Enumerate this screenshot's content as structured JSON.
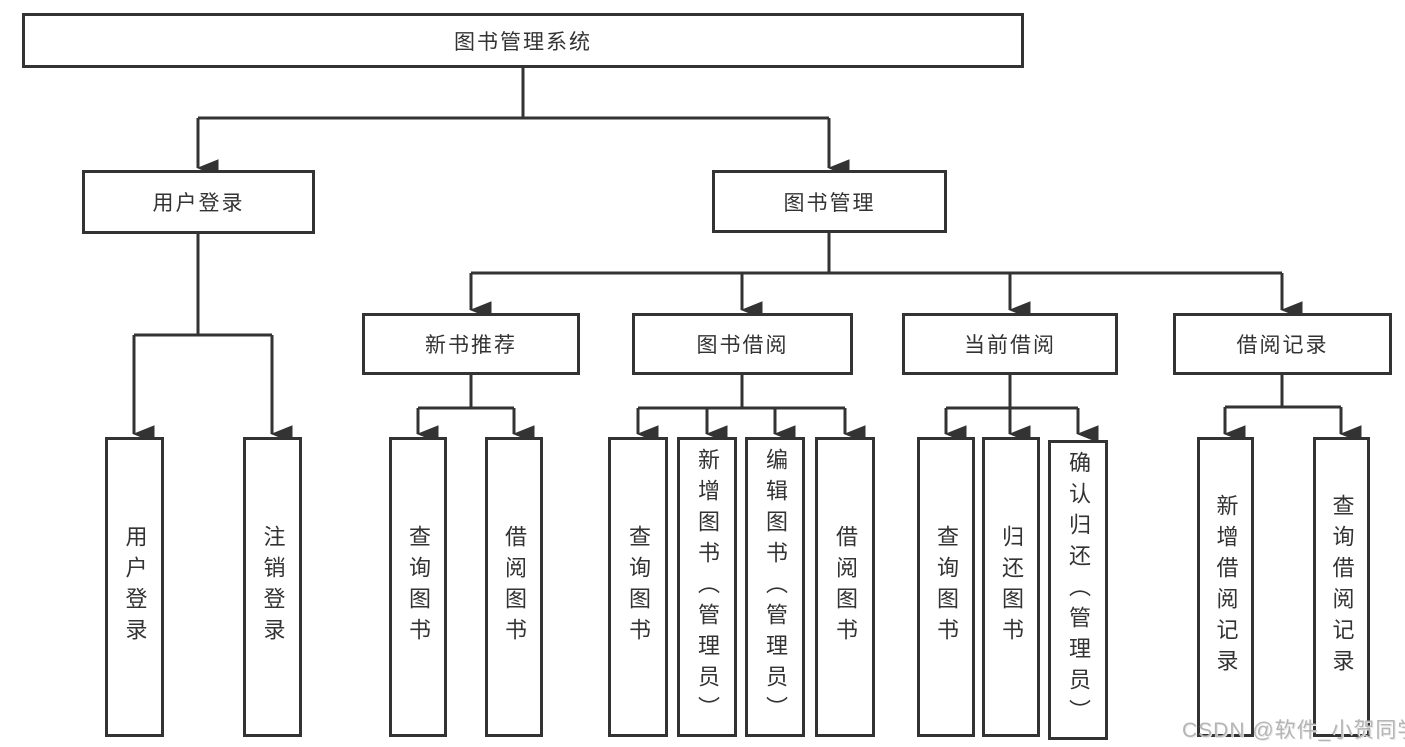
{
  "diagram": {
    "title": "图书管理系统",
    "branches": [
      {
        "label": "用户登录",
        "leaves": [
          "用户登录",
          "注销登录"
        ]
      },
      {
        "label": "图书管理",
        "groups": [
          {
            "label": "新书推荐",
            "leaves": [
              "查询图书",
              "借阅图书"
            ]
          },
          {
            "label": "图书借阅",
            "leaves": [
              "查询图书",
              "新增图书（管理员）",
              "编辑图书（管理员）",
              "借阅图书"
            ]
          },
          {
            "label": "当前借阅",
            "leaves": [
              "查询图书",
              "归还图书",
              "确认归还（管理员）"
            ]
          },
          {
            "label": "借阅记录",
            "leaves": [
              "新增借阅记录",
              "查询借阅记录"
            ]
          }
        ]
      }
    ]
  },
  "watermark": {
    "text": "CSDN @软件_小贺同学"
  },
  "colors": {
    "line": "#333333",
    "text": "#333333",
    "background": "#ffffff",
    "watermark": "#b5b5b5"
  }
}
